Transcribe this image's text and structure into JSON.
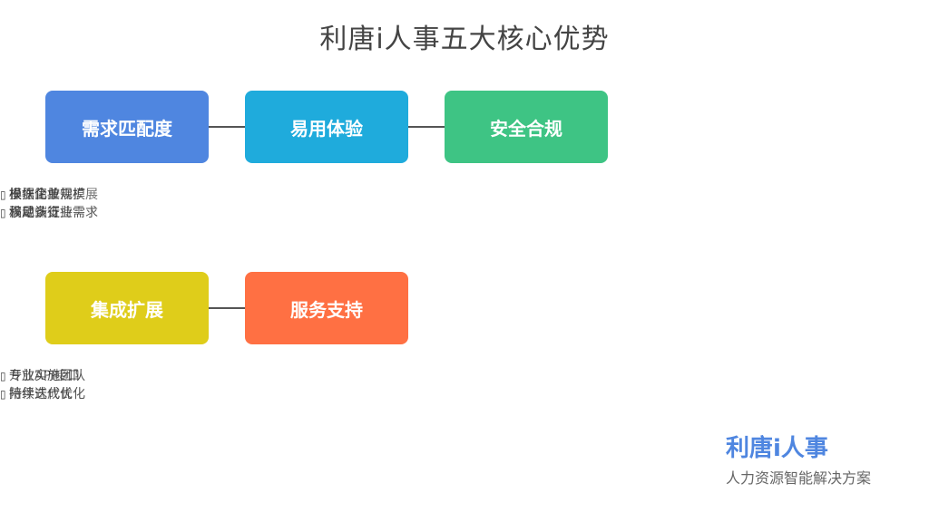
{
  "title": "利唐i人事五大核心优势",
  "cards": [
    {
      "label": "需求匹配度",
      "color": "#4f86e0"
    },
    {
      "label": "易用体验",
      "color": "#1fabdc"
    },
    {
      "label": "安全合规",
      "color": "#3ec484"
    },
    {
      "label": "集成扩展",
      "color": "#dfcd1a"
    },
    {
      "label": "服务支持",
      "color": "#ff7043"
    }
  ],
  "notes": [
    {
      "marker": "▯",
      "lines": [
        [
          "根据企业规模",
          "模块化按需扩展",
          "操作简单"
        ],
        [
          "满足多行业需求",
          "移动端支持",
          "权威认证"
        ]
      ]
    },
    {
      "marker": "▯",
      "lines": [
        [
          "专业实施团队",
          "开放API接口"
        ],
        [
          "持续迭代优化",
          "陪伴式成长"
        ]
      ]
    }
  ],
  "brand": {
    "name": "利唐i人事",
    "tagline": "人力资源智能解决方案"
  }
}
